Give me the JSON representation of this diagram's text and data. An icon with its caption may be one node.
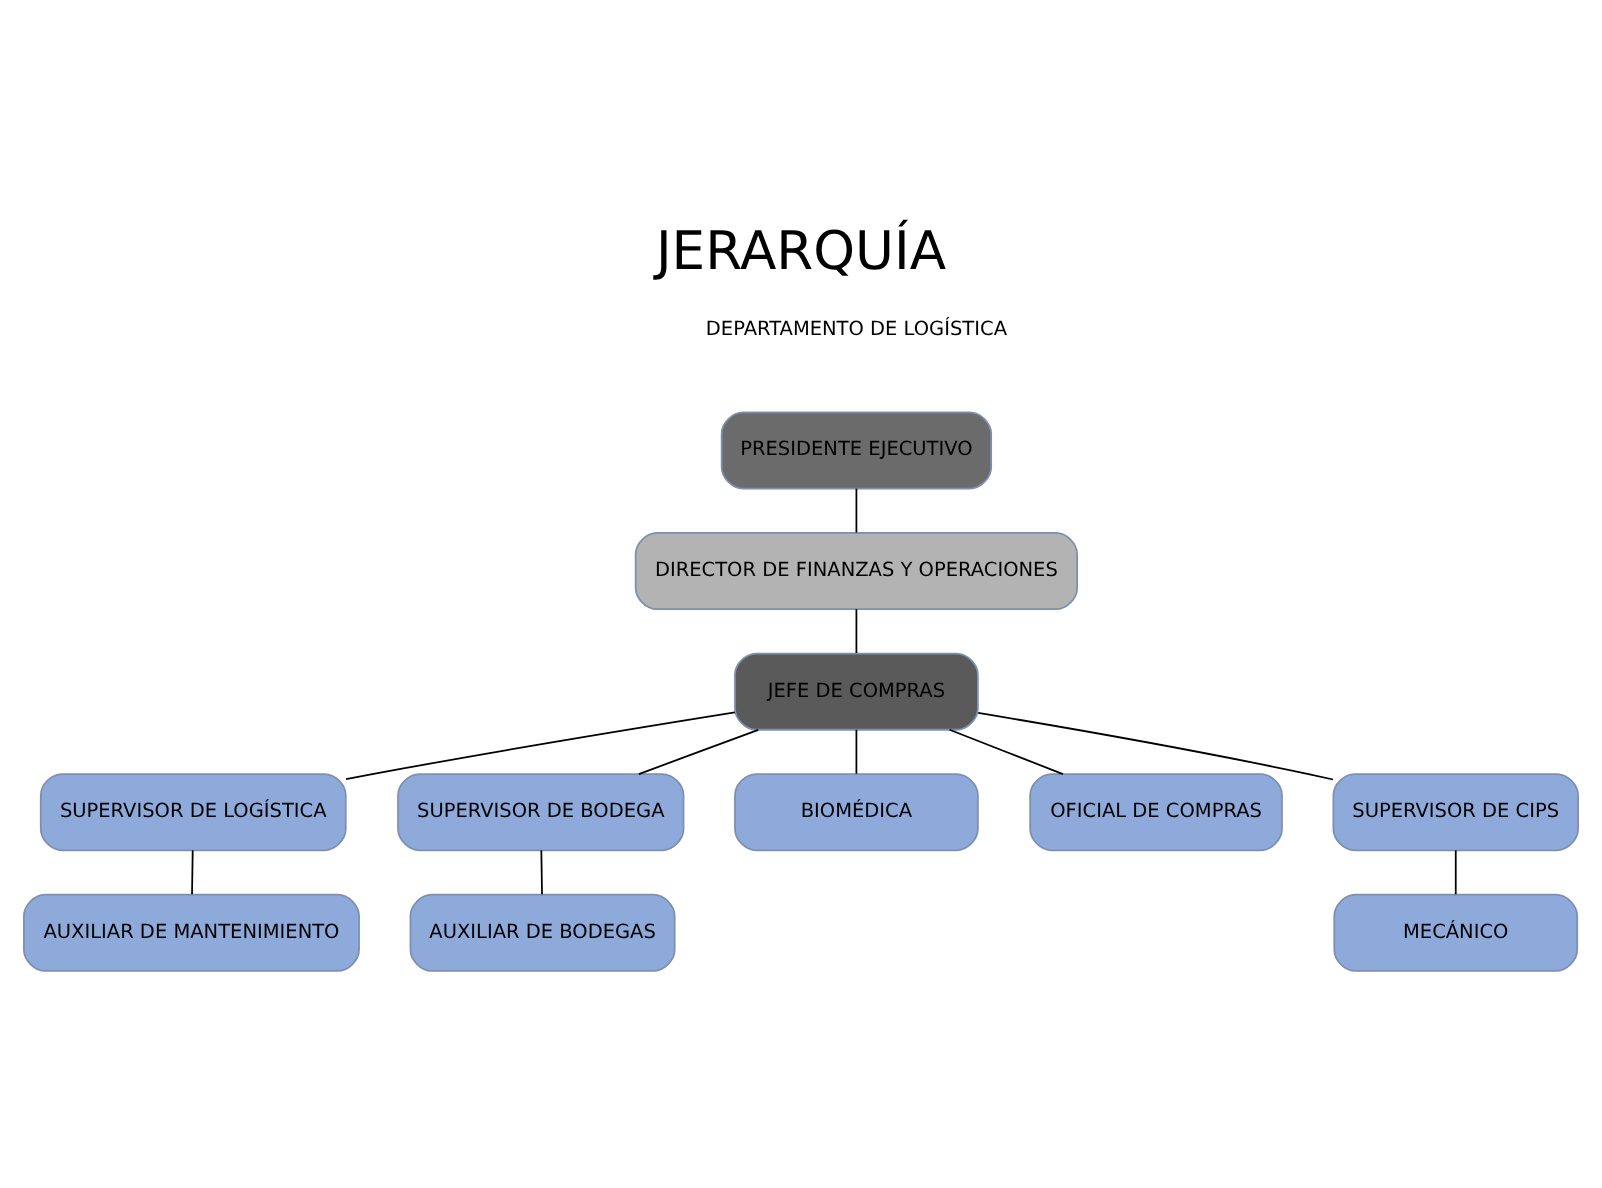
{
  "diagram": {
    "title": "JERARQUÍA",
    "nodes": [
      {
        "text": [
          "PRESIDENTE EJECUTIVO"
        ]
      },
      {
        "text": [
          "DIRECTOR DE FINANZAS Y OPERACIONES"
        ]
      },
      {
        "text": [
          "JEFE DE COMPRAS"
        ]
      },
      {
        "text": [
          "SUPERVISOR DE LOGÍSTICA"
        ]
      },
      {
        "text": [
          "AUXILIAR DE MANTENIMIENTO"
        ]
      },
      {
        "text": [
          "SUPERVISOR DE BODEGA"
        ]
      },
      {
        "text": [
          "AUXILIAR DE BODEGAS"
        ]
      },
      {
        "text": [
          "BIOMÉDICA"
        ]
      },
      {
        "text": [
          "OFICIAL DE COMPRAS"
        ]
      },
      {
        "text": [
          "SUPERVISOR DE CIPS"
        ]
      },
      {
        "text": [
          "MECÁNICO"
        ]
      }
    ],
    "edges": [
      {
        "from": 0,
        "to": 1,
        "arrow": "none"
      },
      {
        "from": 1,
        "to": 2,
        "arrow": "none"
      },
      {
        "from": 2,
        "to": 3,
        "arrow": "none"
      },
      {
        "from": 3,
        "to": 4,
        "arrow": "none"
      },
      {
        "from": 2,
        "to": 5,
        "arrow": "none"
      },
      {
        "from": 5,
        "to": 6,
        "arrow": "none"
      },
      {
        "from": 2,
        "to": 7,
        "arrow": "none"
      },
      {
        "from": 2,
        "to": 8,
        "arrow": "none"
      },
      {
        "from": 2,
        "to": 9,
        "arrow": "none"
      },
      {
        "from": 9,
        "to": 10,
        "arrow": "none"
      }
    ],
    "labels": [
      "DEPARTAMENTO DE LOGÍSTICA"
    ]
  }
}
